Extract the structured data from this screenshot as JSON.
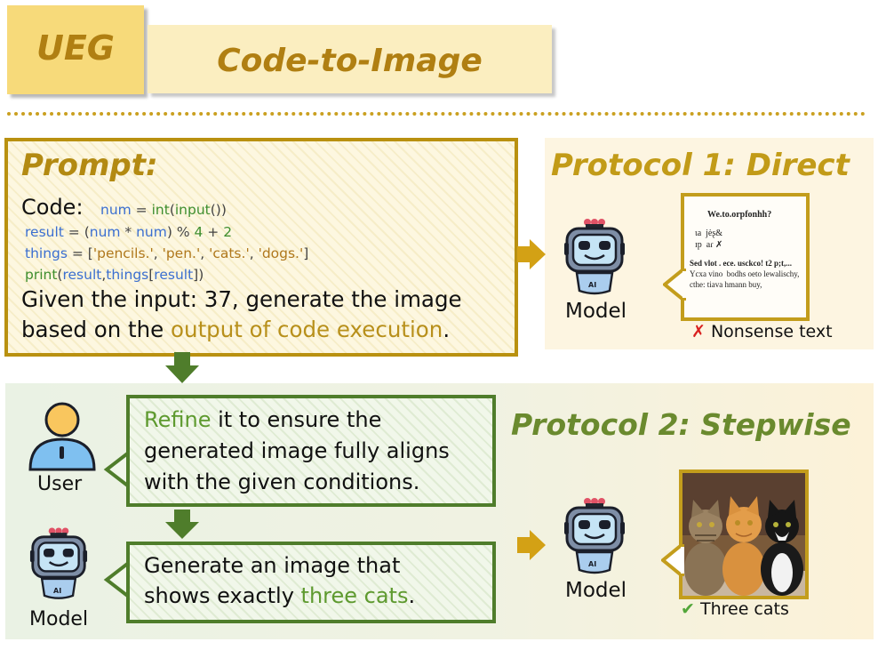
{
  "header": {
    "badge": "UEG",
    "title": "Code-to-Image"
  },
  "prompt": {
    "title": "Prompt:",
    "code_label": "Code:",
    "code": {
      "l1": [
        "num",
        " = ",
        "int",
        "(",
        "input",
        "())"
      ],
      "l2": [
        "result",
        " = (",
        "num",
        " * ",
        "num",
        ") % ",
        "4",
        " + ",
        "2"
      ],
      "l3": [
        "things",
        " = [",
        "'pencils.'",
        ", ",
        "'pen.'",
        ", ",
        "'cats.'",
        ", ",
        "'dogs.'",
        "]"
      ],
      "l4": [
        "print",
        "(",
        "result",
        ",",
        "things",
        "[",
        "result",
        "])"
      ]
    },
    "given_line1": "Given the input: 37, generate the image",
    "given_line2_pre": "based on the ",
    "given_line2_highlight": "output of code execution",
    "given_line2_post": "."
  },
  "protocol1": {
    "title": "Protocol 1: Direct",
    "model_label": "Model",
    "ai_badge": "AI",
    "garbled_lines": [
      "We.to.orpfonhh?",
      "ιa  jėʂ&",
      "ɪp  aɾ ✗",
      "Sed vlot . ece. usckco! t2 p;t,...",
      "Ycxa vino  bodhs oeto lewalischy,",
      "cthe: tiava hmann buy,"
    ],
    "result_mark": "✗",
    "result_text": "Nonsense text"
  },
  "protocol2": {
    "title": "Protocol 2: Stepwise",
    "user_label": "User",
    "model_label": "Model",
    "ai_badge": "AI",
    "refine": {
      "line1_highlight": "Refine",
      "line1_rest": " it to ensure the",
      "line2": "generated image fully aligns",
      "line3": "with the given conditions."
    },
    "generate": {
      "line1": "Generate an image that",
      "line2_pre": "shows exactly ",
      "line2_highlight": "three cats",
      "line2_post": "."
    },
    "result_mark": "✔",
    "result_text": "Three cats"
  },
  "colors": {
    "gold": "#b99110",
    "green": "#4f7d2b",
    "arrow_gold": "#d3a115",
    "arrow_green": "#4f7d2b",
    "error_red": "#d9201e",
    "check_green": "#52a63a"
  }
}
